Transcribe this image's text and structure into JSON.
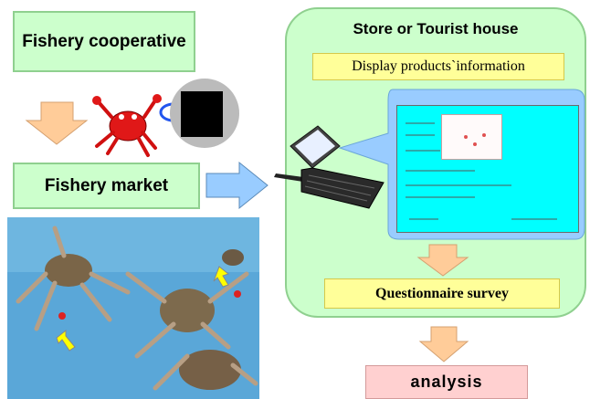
{
  "nodes": {
    "fishery_cooperative": "Fishery cooperative",
    "fishery_market": "Fishery market",
    "store": "Store or Tourist house",
    "display_info": "Display  products`information",
    "questionnaire": "Questionnaire survey",
    "analysis": "analysis"
  },
  "colors": {
    "green_fill": "#ccffcc",
    "yellow_fill": "#ffff99",
    "pink_fill": "#ffd0d0",
    "arrow_fill": "#ffcc99",
    "blue_arrow_fill": "#99ccff",
    "screen_fill": "#00ffff",
    "callout_fill": "#99ccff"
  },
  "icons": [
    "crab-icon",
    "tag-icon",
    "laptop-icon",
    "crab-photo",
    "yellow-arrow-icon"
  ]
}
